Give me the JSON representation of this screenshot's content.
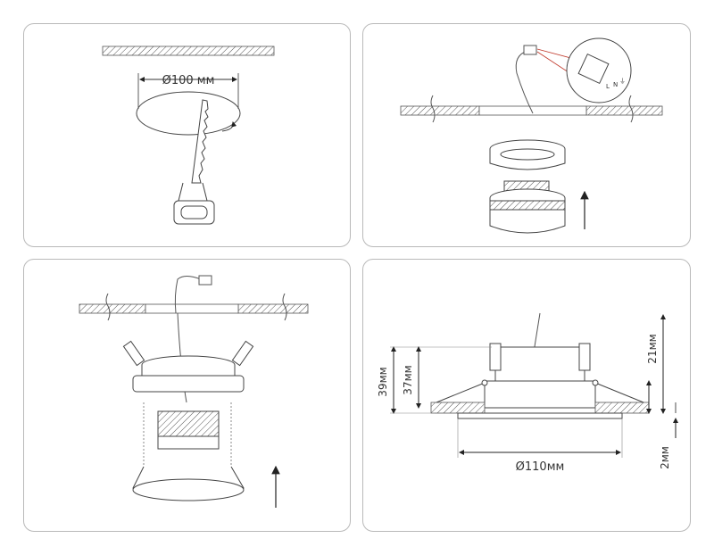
{
  "step1": {
    "diameter_label": "Ø100 мм"
  },
  "step2": {
    "connector_marks": [
      "L",
      "N",
      "⏚"
    ]
  },
  "step3": {},
  "step4": {
    "height_total": "39мм",
    "height_body": "37мм",
    "height_top": "21мм",
    "flange": "2мм",
    "diameter": "Ø110мм"
  }
}
